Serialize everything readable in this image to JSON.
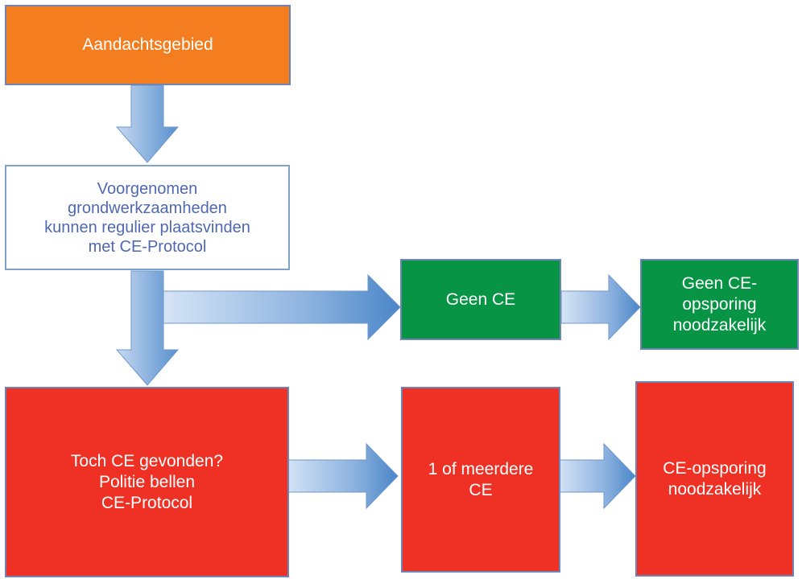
{
  "diagram": {
    "boxes": {
      "attention_area": "Aandachtsgebied",
      "planned_works": "Voorgenomen\ngrondwerkzaamheden\nkunnen regulier plaatsvinden\nmet CE-Protocol",
      "no_ce": "Geen CE",
      "no_detection_needed": "Geen CE-\nopsporing\nnoodzakelijk",
      "ce_found": "Toch CE gevonden?\nPolitie bellen\nCE-Protocol",
      "one_or_more_ce": "1 of meerdere\nCE",
      "detection_needed": "CE-opsporing\nnoodzakelijk"
    },
    "colors": {
      "orange": "#f47d1f",
      "green": "#079444",
      "red": "#ee3124",
      "white_text": "#4f68b0",
      "arrow_light": "#c6d9f1",
      "arrow_dark": "#4a86c8"
    }
  }
}
